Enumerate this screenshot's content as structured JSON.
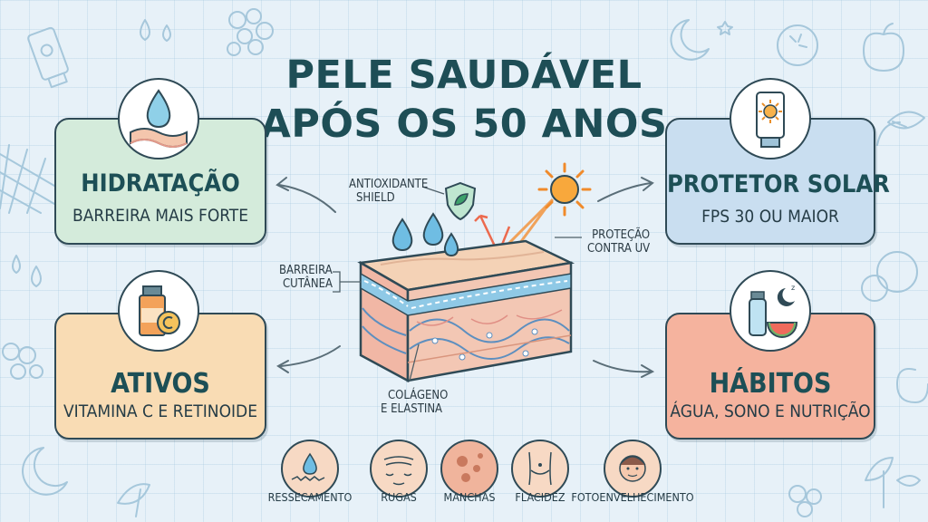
{
  "title": {
    "line1": "PELE SAUDÁVEL",
    "line2": "APÓS OS 50 ANOS"
  },
  "cards": {
    "hydration": {
      "title": "HIDRATAÇÃO",
      "subtitle": "BARREIRA MAIS FORTE",
      "color": "#d4ebdb"
    },
    "sunscreen": {
      "title": "PROTETOR SOLAR",
      "subtitle": "FPS 30 OU MAIOR",
      "color": "#c9def0"
    },
    "actives": {
      "title": "ATIVOS",
      "subtitle": "VITAMINA C E RETINOIDE",
      "color": "#f9dcb4"
    },
    "habits": {
      "title": "HÁBITOS",
      "subtitle": "ÁGUA, SONO E NUTRIÇÃO",
      "color": "#f5b39e"
    }
  },
  "labels": {
    "antioxidant": {
      "line1": "ANTIOXIDANTE",
      "line2": "SHIELD"
    },
    "uv": {
      "line1": "PROTEÇÃO",
      "line2": "CONTRA UV"
    },
    "barrier": {
      "line1": "BARREIRA",
      "line2": "CUTÂNEA"
    },
    "collagen": {
      "line1": "COLÁGENO",
      "line2": "E ELASTINA"
    }
  },
  "conditions": [
    {
      "label": "RESSECAMENTO",
      "icon": "dry-skin-icon"
    },
    {
      "label": "RUGAS",
      "icon": "wrinkles-icon"
    },
    {
      "label": "MANCHAS",
      "icon": "spots-icon"
    },
    {
      "label": "FLACIDEZ",
      "icon": "sagging-icon"
    },
    {
      "label": "FOTOENVELHECIMENTO",
      "icon": "photoaging-icon"
    }
  ],
  "icons": {
    "hydration": "skin-droplet-icon",
    "sunscreen": "sunscreen-tube-icon",
    "actives": "vitamin-c-bottle-icon",
    "habits": "water-moon-fruit-icon",
    "shield": "shield-icon",
    "sun": "sun-icon"
  }
}
